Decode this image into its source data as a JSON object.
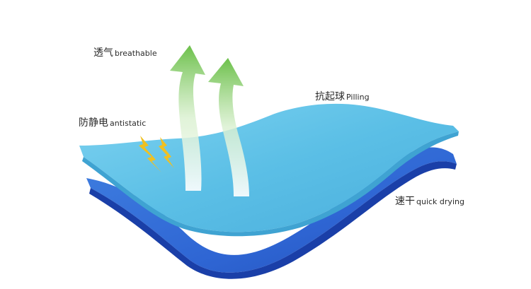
{
  "labels": {
    "breathable": {
      "zh": "透气",
      "en": "breathable"
    },
    "antistatic": {
      "zh": "防静电",
      "en": "antistatic"
    },
    "pilling": {
      "zh": "抗起球",
      "en": "Pilling"
    },
    "quick_drying": {
      "zh": "速干",
      "en": "quick drying"
    }
  },
  "colors": {
    "top_layer": "#5bbfe6",
    "top_layer_edge": "#43a9d6",
    "bottom_layer": "#2f66d4",
    "bottom_layer_edge": "#1a3fa8",
    "arrow_green": "#6cc04a",
    "lightning": "#f0c020"
  },
  "icons": [
    "breathable-arrow-icon",
    "lightning-icon"
  ]
}
